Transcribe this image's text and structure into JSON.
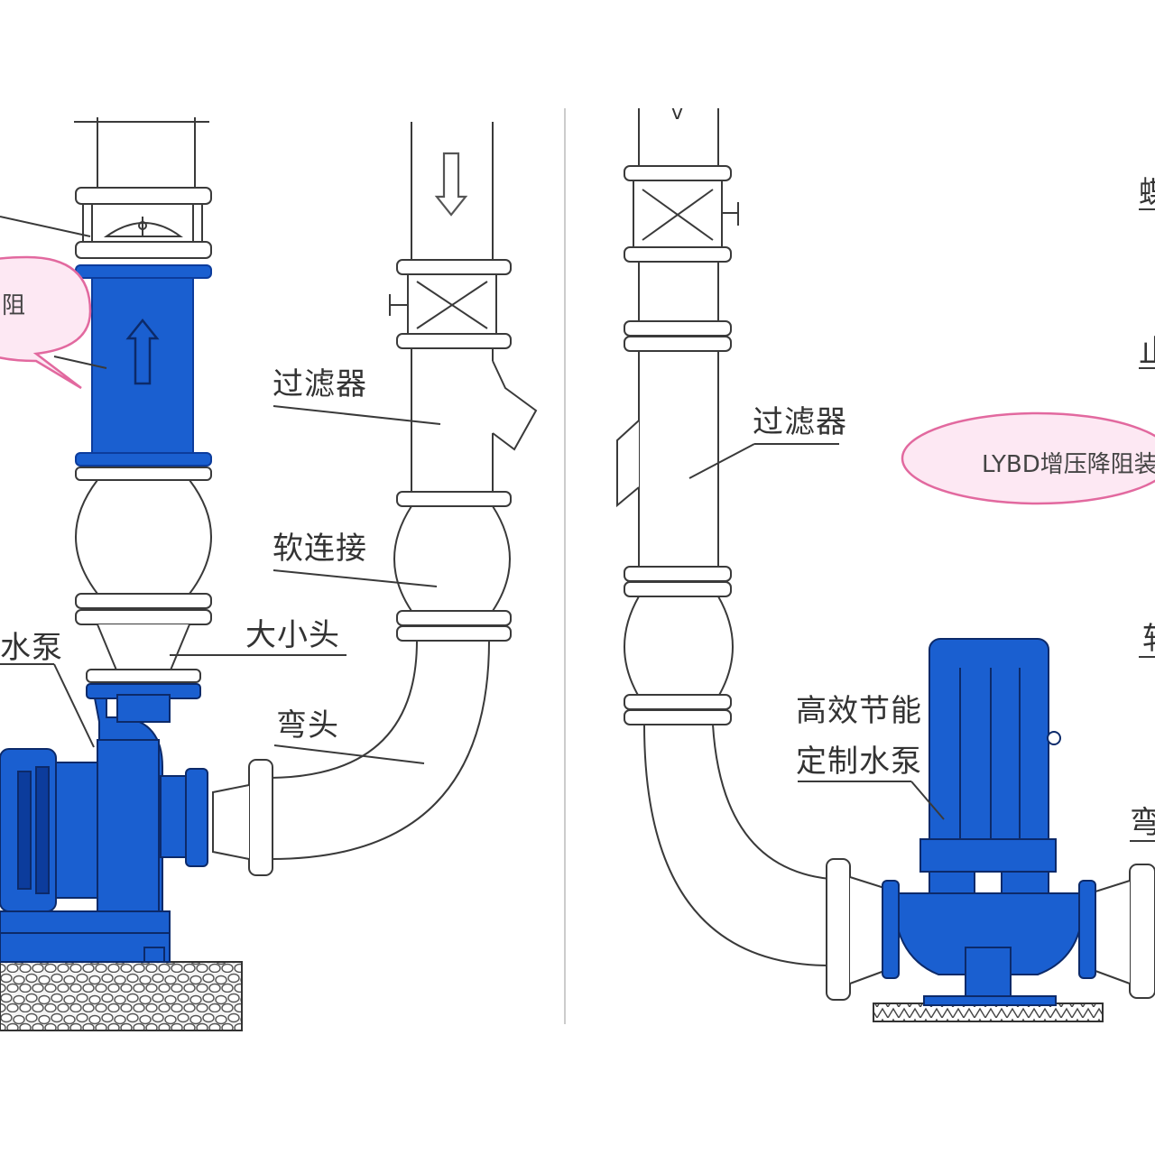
{
  "colors": {
    "pump_blue": "#1a5fd0",
    "pump_dark": "#0c3c9c",
    "line": "#3a3a3a",
    "bubble_fill": "#fde8f3",
    "bubble_stroke": "#e2699f"
  },
  "left_panel": {
    "labels": {
      "filter": "过滤器",
      "soft_joint": "软连接",
      "reducer": "大小头",
      "elbow": "弯头",
      "pump_partial": "水泵"
    },
    "bubble_partial": "阻"
  },
  "right_panel": {
    "labels": {
      "filter": "过滤器",
      "pump_line1": "高效节能",
      "pump_line2": "定制水泵",
      "cut_1": "蝶",
      "cut_2": "止",
      "cut_3": "软",
      "cut_4": "弯"
    },
    "bubble_text": "LYBD增压降阻装"
  },
  "icons": [
    "down-arrow-icon",
    "up-arrow-icon",
    "gate-valve-icon",
    "check-valve-icon"
  ]
}
